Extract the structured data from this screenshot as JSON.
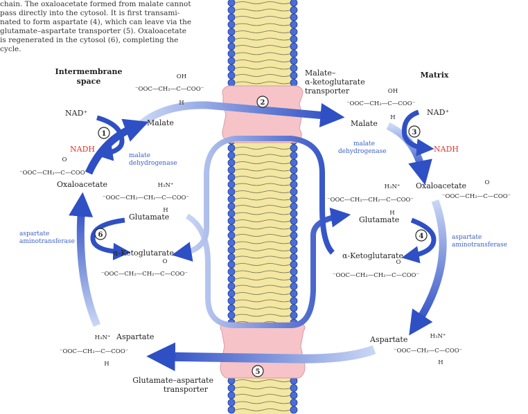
{
  "caption": {
    "lines": [
      "chain. The oxaloacetate formed from malate cannot",
      "pass directly into the cytosol. It is first transami-",
      "nated to form aspartate (4), which can leave via the",
      "glutamate–aspartate transporter (5). Oxaloacetate",
      "is regenerated in the cytosol (6), completing the",
      "cycle."
    ]
  },
  "regions": {
    "intermembrane_1": "Intermembrane",
    "intermembrane_2": "space",
    "matrix": "Matrix"
  },
  "transporters": {
    "malate_akg_1": "Malate–",
    "malate_akg_2": "α-ketoglutarate",
    "malate_akg_3": "transporter",
    "glu_asp_1": "Glutamate–aspartate",
    "glu_asp_2": "transporter"
  },
  "steps": [
    "1",
    "2",
    "3",
    "4",
    "5",
    "6"
  ],
  "left": {
    "nad": "NAD⁺",
    "nadh": "NADH",
    "malate": "Malate",
    "enzyme_mdh_1": "malate",
    "enzyme_mdh_2": "dehydrogenase",
    "oxaloacetate": "Oxaloacetate",
    "glutamate": "Glutamate",
    "akg": "α-Ketoglutarate",
    "enzyme_ast_1": "aspartate",
    "enzyme_ast_2": "aminotransferase",
    "aspartate": "Aspartate"
  },
  "right": {
    "nad": "NAD⁺",
    "nadh": "NADH",
    "malate": "Malate",
    "enzyme_mdh_1": "malate",
    "enzyme_mdh_2": "dehydrogenase",
    "oxaloacetate": "Oxaloacetate",
    "glutamate": "Glutamate",
    "akg": "α-Ketoglutarate",
    "enzyme_ast_1": "aspartate",
    "enzyme_ast_2": "aminotransferase",
    "aspartate": "Aspartate"
  },
  "formulas": {
    "malate": "⁻OOC—CH₂—C—COO⁻",
    "malate_top": "OH",
    "malate_bottom": "H",
    "oxaloacetate": "⁻OOC—CH₂—C—COO⁻",
    "oxaloacetate_top": "O",
    "glutamate": "⁻OOC—CH₂—CH₂—C—COO⁻",
    "glutamate_top": "H₃N⁺",
    "glutamate_bottom": "H",
    "akg": "⁻OOC—CH₂—CH₂—C—COO⁻",
    "akg_top": "O",
    "aspartate": "⁻OOC—CH₂—C—COO⁻",
    "aspartate_top": "H₃N⁺",
    "aspartate_bottom": "H"
  },
  "colors": {
    "arrow": "#2f4fc4",
    "arrow_light": "#b9c9f0",
    "transporter": "#f6c3c8",
    "membrane_core": "#f3e7a2",
    "head": "#4a6ed6",
    "nadh": "#e0352b",
    "enzyme": "#3a5fc8"
  }
}
